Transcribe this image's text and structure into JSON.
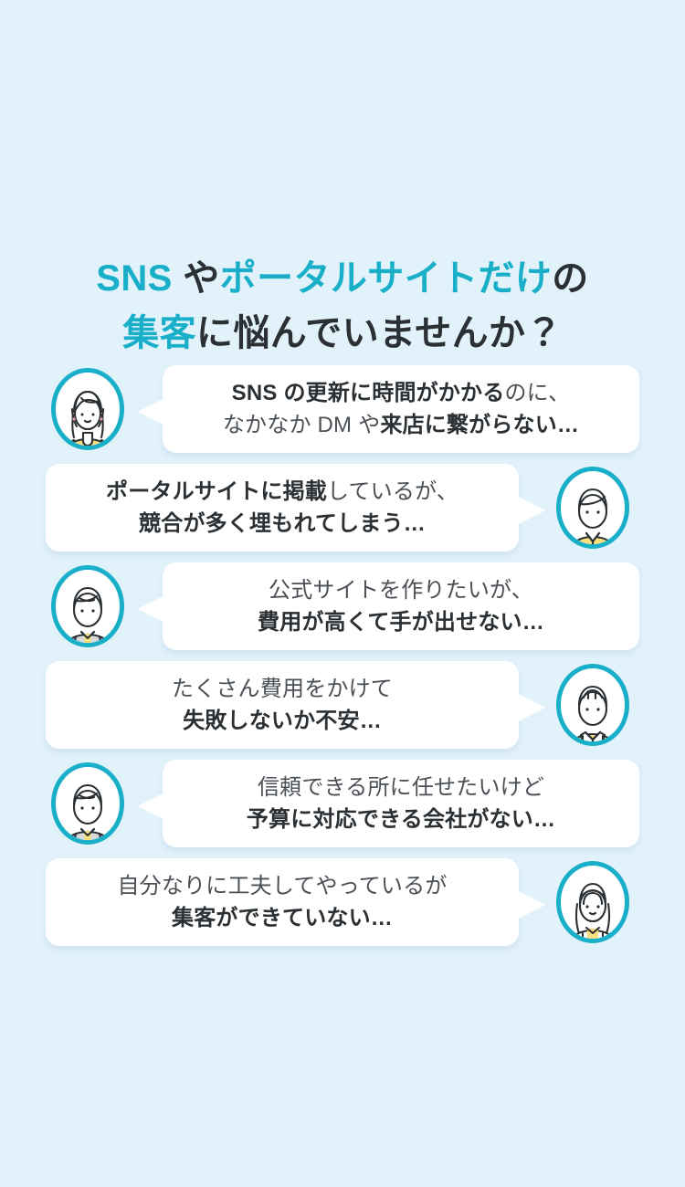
{
  "background_color": "#e2f2fb",
  "accent_color": "#1aafc9",
  "text_color": "#2b3034",
  "bubble_color": "#ffffff",
  "headline": {
    "line1": [
      {
        "text": "SNS ",
        "accent": true
      },
      {
        "text": "や",
        "accent": false
      },
      {
        "text": "ポータルサイトだけ",
        "accent": true
      },
      {
        "text": "の",
        "accent": false
      }
    ],
    "line2": [
      {
        "text": "集客",
        "accent": true
      },
      {
        "text": "に悩んでいませんか？",
        "accent": false
      }
    ],
    "plain": "SNS やポータルサイトだけの集客に悩んでいませんか？"
  },
  "rows": [
    {
      "side": "left",
      "avatar": "woman-long-hair-polkadot-icon",
      "lines": [
        [
          {
            "text": "SNS の更新に時間がかかる",
            "bold": true
          },
          {
            "text": "のに、",
            "bold": false
          }
        ],
        [
          {
            "text": "なかなか DM や",
            "bold": false
          },
          {
            "text": "来店に繋がらない…",
            "bold": true
          }
        ]
      ],
      "plain": "SNS の更新に時間がかかるのに、なかなか DM や来店に繋がらない…"
    },
    {
      "side": "right",
      "avatar": "man-yellow-polo-icon",
      "lines": [
        [
          {
            "text": "ポータルサイトに掲載",
            "bold": true
          },
          {
            "text": "しているが、",
            "bold": false
          }
        ],
        [
          {
            "text": "競合が多く埋もれてしまう…",
            "bold": true
          }
        ]
      ],
      "plain": "ポータルサイトに掲載しているが、競合が多く埋もれてしまう…"
    },
    {
      "side": "left",
      "avatar": "businessman-gray-suit-icon",
      "lines": [
        [
          {
            "text": "公式サイトを作りたいが、",
            "bold": false
          }
        ],
        [
          {
            "text": "費用が高くて手が出せない…",
            "bold": true
          }
        ]
      ],
      "plain": "公式サイトを作りたいが、費用が高くて手が出せない…"
    },
    {
      "side": "right",
      "avatar": "man-yellow-cardigan-icon",
      "lines": [
        [
          {
            "text": "たくさん費用をかけて",
            "bold": false
          }
        ],
        [
          {
            "text": "失敗しないか不安…",
            "bold": true
          }
        ]
      ],
      "plain": "たくさん費用をかけて失敗しないか不安…"
    },
    {
      "side": "left",
      "avatar": "businessman-gray-suit-icon",
      "lines": [
        [
          {
            "text": "信頼できる所に任せたいけど",
            "bold": false
          }
        ],
        [
          {
            "text": "予算に対応できる会社がない…",
            "bold": true
          }
        ]
      ],
      "plain": "信頼できる所に任せたいけど予算に対応できる会社がない…"
    },
    {
      "side": "right",
      "avatar": "woman-long-hair-white-jacket-icon",
      "lines": [
        [
          {
            "text": "自分なりに工夫してやっているが",
            "bold": false
          }
        ],
        [
          {
            "text": "集客ができていない…",
            "bold": true
          }
        ]
      ],
      "plain": "自分なりに工夫してやっているが集客ができていない…"
    }
  ]
}
